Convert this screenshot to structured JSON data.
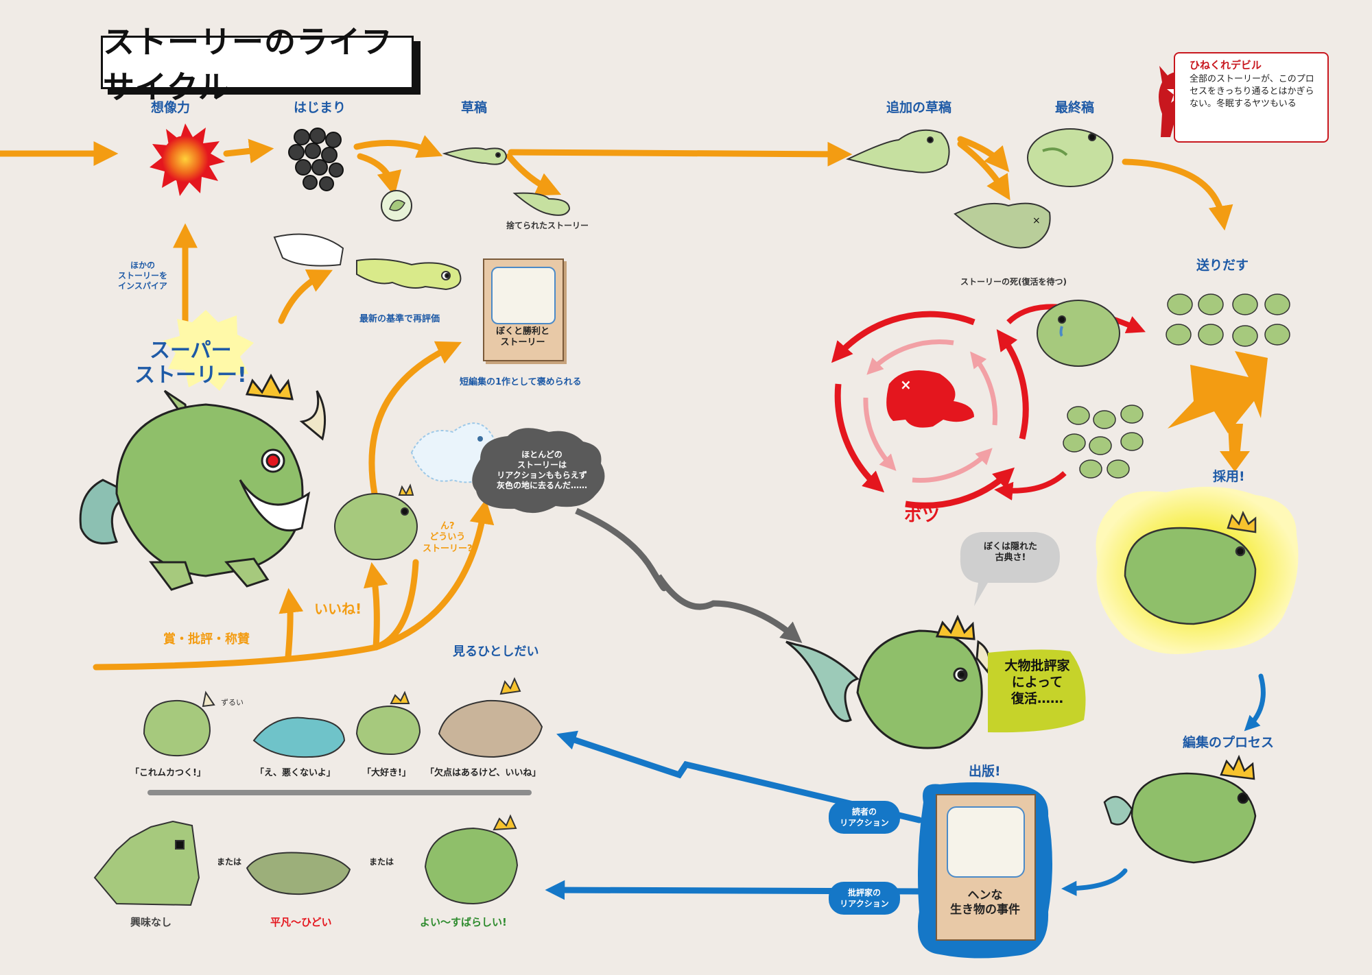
{
  "title": "ストーリーのライフサイクル",
  "devil": {
    "title": "ひねくれデビル",
    "text": "全部のストーリーが、このプロセスをきっちり通るとはかぎらない。冬眠するヤツもいる"
  },
  "stages": {
    "imagination": "想像力",
    "beginning": "はじまり",
    "draft": "草稿",
    "additional_draft": "追加の草稿",
    "final_draft": "最終稿",
    "send_out": "送りだす",
    "adopted": "採用!",
    "rejected": "ボツ",
    "editing": "編集のプロセス",
    "published": "出版!"
  },
  "notes": {
    "discarded": "捨てられたストーリー",
    "story_death": "ストーリーの死(復活を待つ)",
    "reevaluated": "最新の基準で再評価",
    "anthology": "短編集の1作として褒められる",
    "inspire": "ほかの\nストーリーを\nインスパイア",
    "super_story": "スーパー\nストーリー!",
    "awards": "賞・批評・称賛",
    "like": "いいね!",
    "what_story": "ん?\nどういう\nストーリー?",
    "gray_bubble": "ほとんどの\nストーリーは\nリアクションももらえず\n灰色の地に去るんだ……",
    "hidden_classic": "ぼくは隠れた\n古典さ!",
    "revived": "大物批評家\nによって\n復活……",
    "depends": "見るひとしだい",
    "zuru": "ずるい"
  },
  "book_small": "ぼくと勝利と\nストーリー",
  "book_big": "ヘンな\n生き物の事件",
  "reader_reaction": "読者の\nリアクション",
  "critic_reaction": "批評家の\nリアクション",
  "reactions": [
    "「これムカつく!」",
    "「え、悪くないよ」",
    "「大好き!」",
    "「欠点はあるけど、いいね」"
  ],
  "ratings": {
    "no_interest": "興味なし",
    "or1": "または",
    "mediocre": "平凡〜ひどい",
    "or2": "または",
    "good": "よい〜すばらしい!"
  },
  "colors": {
    "orange": "#f39c12",
    "blue": "#1577c7",
    "red": "#e4161e",
    "green": "#a6c97d",
    "dark_green": "#3f6b2b",
    "navy_text": "#1e5aa6",
    "crown": "#f7c32e"
  }
}
